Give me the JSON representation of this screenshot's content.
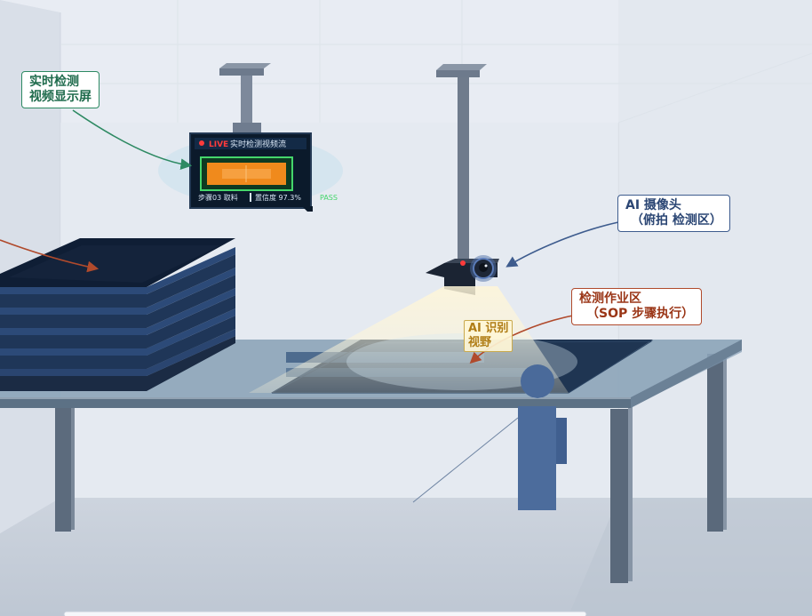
{
  "monitor": {
    "live_tag": "LIVE",
    "title": "实时检测视频流",
    "step": "步骤03 取料",
    "confidence": "置信度 97.3%",
    "result": "PASS"
  },
  "callouts": {
    "monitor": [
      "实时检测",
      "视频显示屏"
    ],
    "camera": [
      "AI 摄像头",
      "（俯拍 检测区）"
    ],
    "zone": [
      "检测作业区",
      "（SOP 步骤执行）"
    ],
    "fov": [
      "AI 识别",
      "视野"
    ]
  },
  "colors": {
    "accent_green": "#2e8a63",
    "accent_blue": "#3e5c8e",
    "accent_red": "#b04a2c",
    "live_red": "#ff3b3b",
    "pass_green": "#45d66b"
  }
}
